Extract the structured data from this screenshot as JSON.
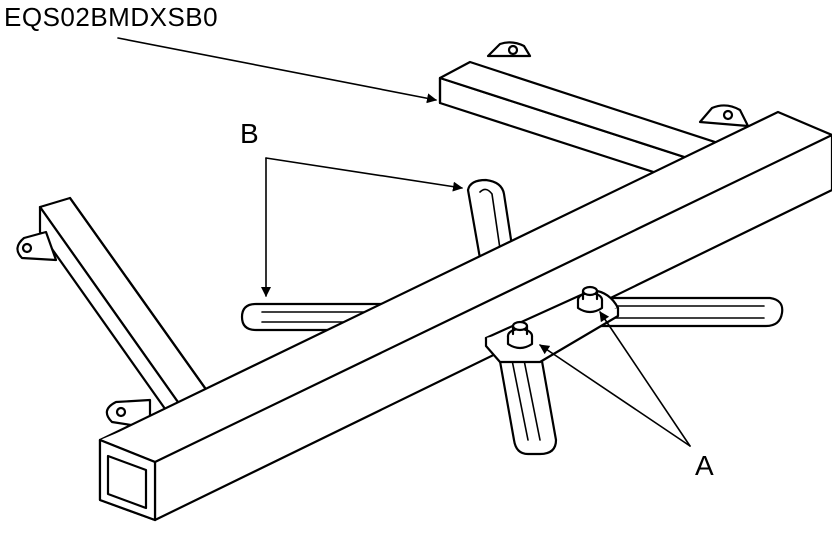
{
  "figure": {
    "ref_code": "EQS02BMDXSB0",
    "labels": {
      "a": "A",
      "b": "B"
    }
  }
}
